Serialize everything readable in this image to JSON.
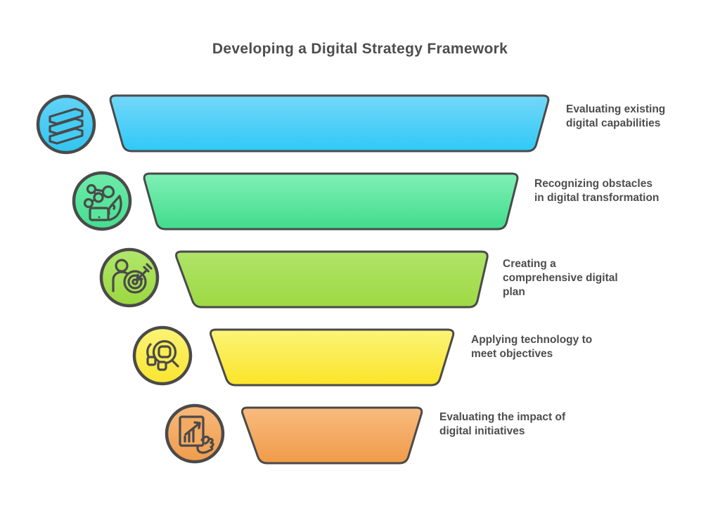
{
  "title": "Developing a Digital Strategy Framework",
  "colors": {
    "text": "#4D4D4D",
    "outline": "#4A4A4A",
    "background": "#FFFFFF"
  },
  "steps": [
    {
      "label": "Evaluating existing\ndigital capabilities",
      "icon": "layers-stack-icon",
      "fill_top": "#74D7F8",
      "fill_bottom": "#2FC9F7",
      "circle_top": "#63D2F7",
      "circle_bottom": "#31C5F1",
      "glyph_bg": "#45CCF4"
    },
    {
      "label": "Recognizing obstacles\nin digital transformation",
      "icon": "network-hand-icon",
      "fill_top": "#80F0B5",
      "fill_bottom": "#41DC8C",
      "circle_top": "#6FEBA9",
      "circle_bottom": "#44DE8F",
      "glyph_bg": "#58E69C"
    },
    {
      "label": "Creating a\ncomprehensive digital\nplan",
      "icon": "person-target-icon",
      "fill_top": "#AFE469",
      "fill_bottom": "#9ED943",
      "circle_top": "#B2E76B",
      "circle_bottom": "#9AD83E",
      "glyph_bg": "#A6E055"
    },
    {
      "label": "Applying technology to\nmeet objectives",
      "icon": "magnifier-search-icon",
      "fill_top": "#FBF478",
      "fill_bottom": "#FBE428",
      "circle_top": "#FCF377",
      "circle_bottom": "#F9E52F",
      "glyph_bg": "#FAEC52"
    },
    {
      "label": "Evaluating the impact of\ndigital initiatives",
      "icon": "chart-report-hand-icon",
      "fill_top": "#F8BB7E",
      "fill_bottom": "#F09B49",
      "circle_top": "#F7B97C",
      "circle_bottom": "#F09C4C",
      "glyph_bg": "#F4AA62"
    }
  ]
}
